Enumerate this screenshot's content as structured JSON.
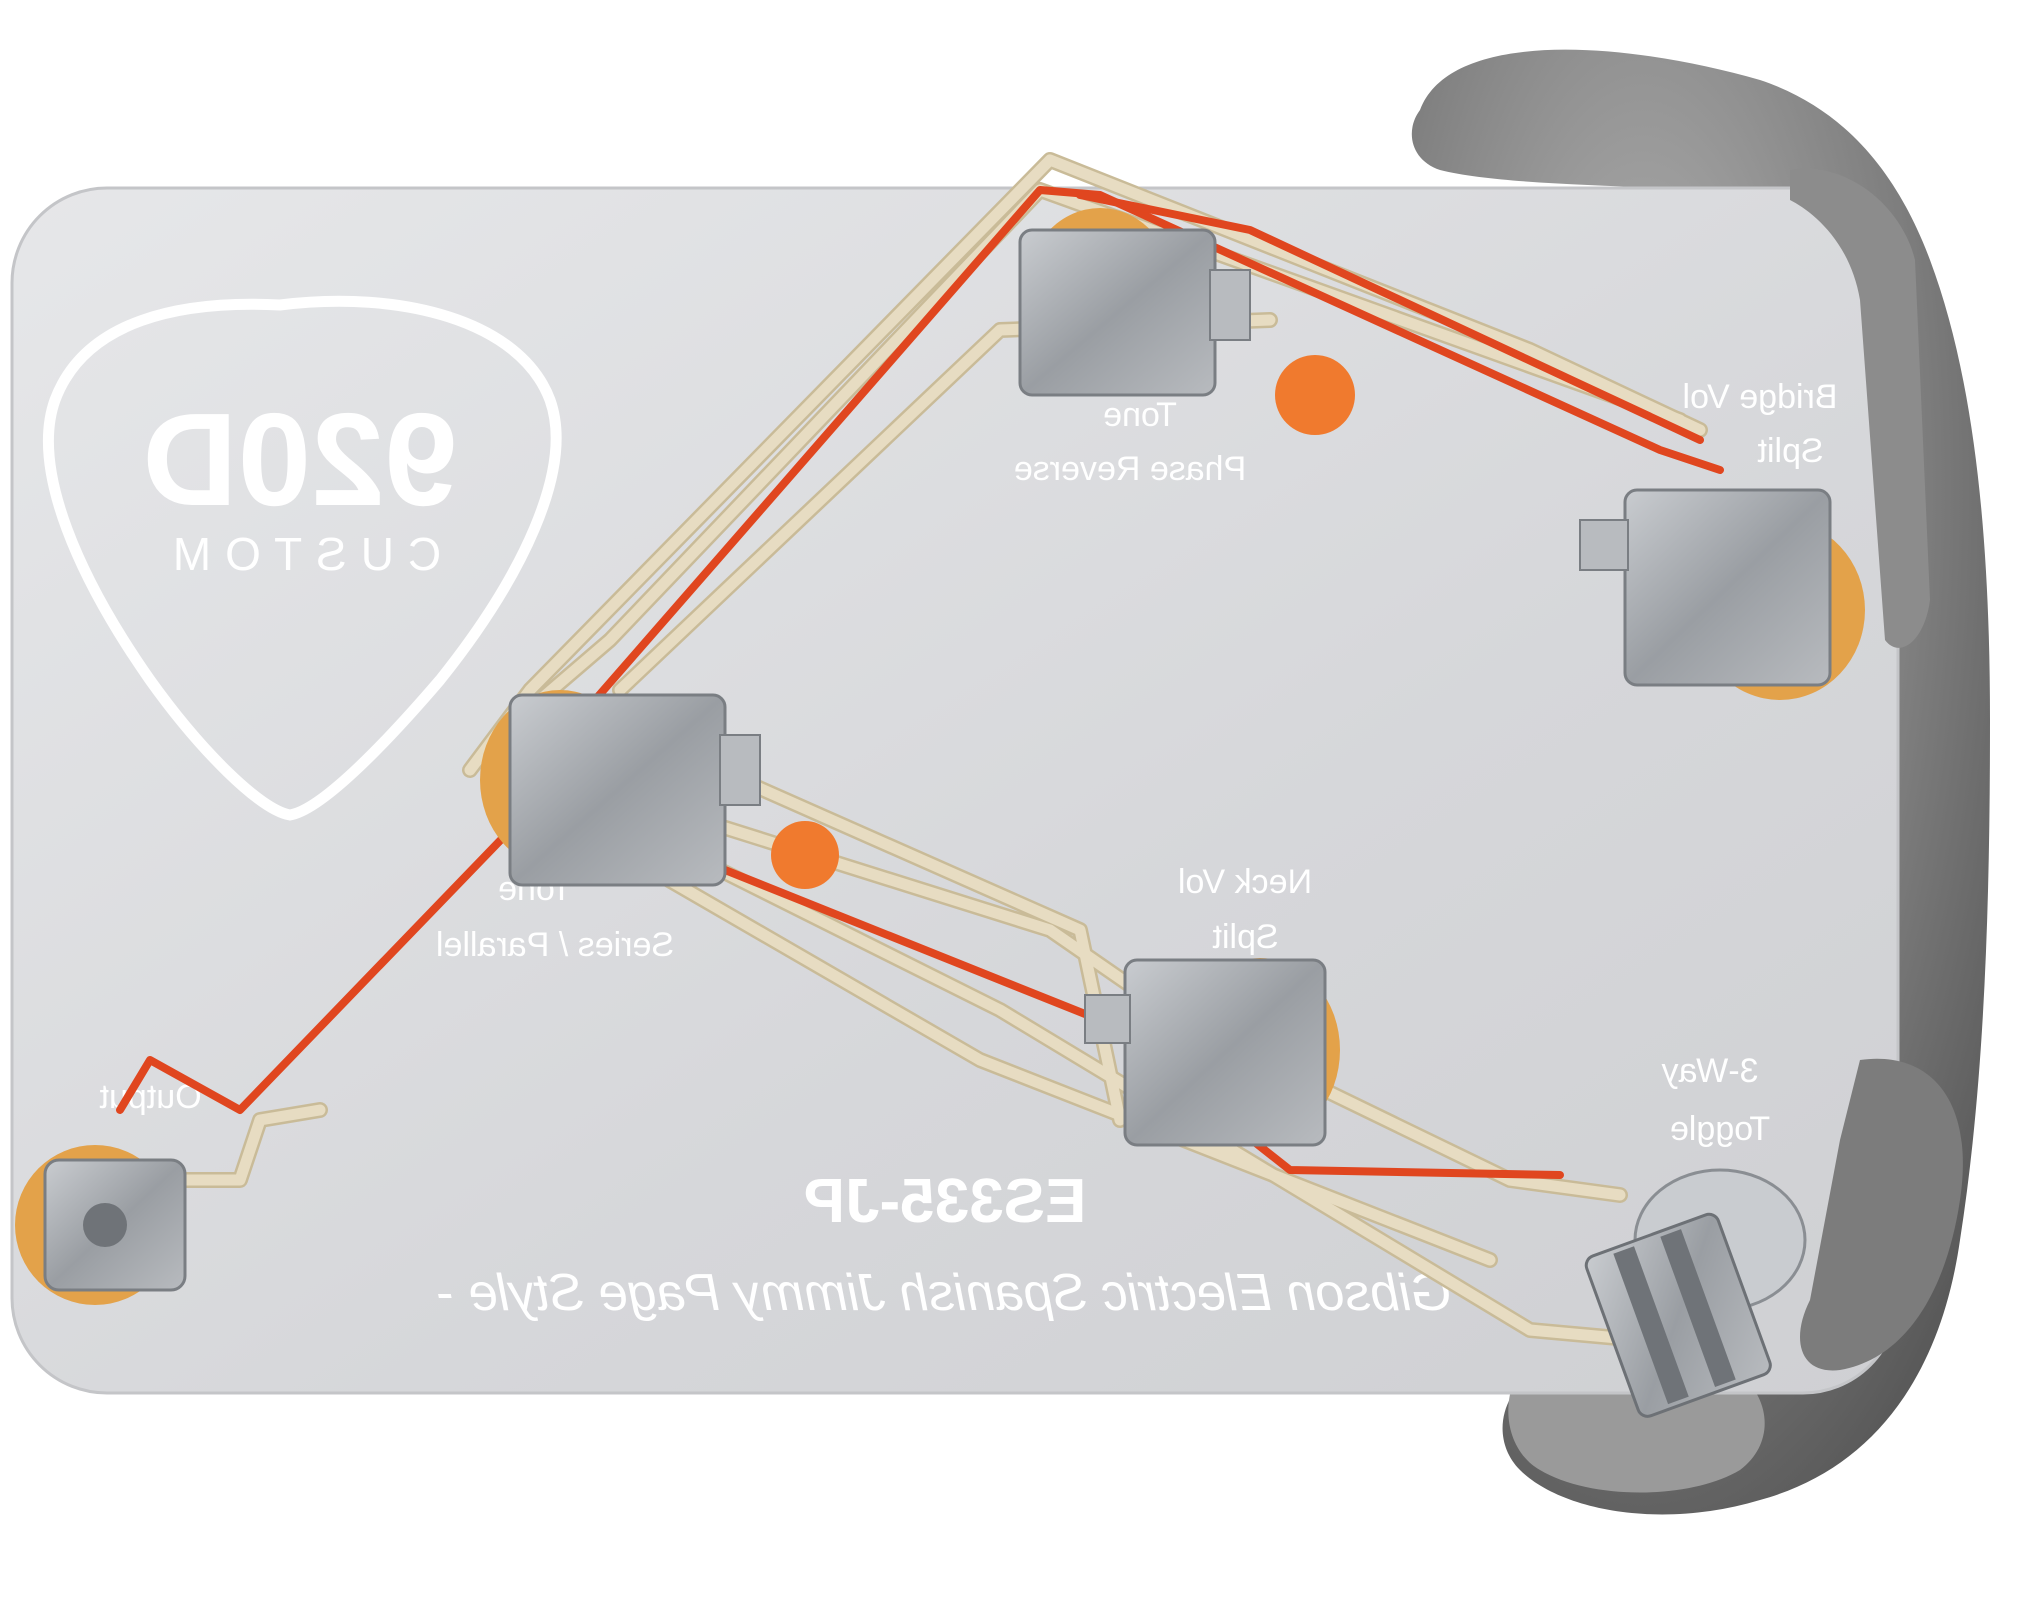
{
  "colors": {
    "background": "#ffffff",
    "board": "#d9dadc",
    "board_edge": "#c4c5c8",
    "board_text": "#ffffff",
    "wire_cloth": "#e7dcc2",
    "wire_cloth_shadow": "#c9bb98",
    "wire_red": "#e0461f",
    "pot_metal": "#a9acb0",
    "pot_base": "#e3a24a",
    "capacitor": "#f07a2e",
    "hand": "#8a8a8a"
  },
  "board": {
    "logo": {
      "line1": "920D",
      "line2": "CUSTOM"
    },
    "model": "ES335-JP",
    "subtitle": "- Gibson Electric Spanish Jimmy Page Style -",
    "labels": {
      "tone1_line1": "Tone",
      "tone1_line2": "Phase Reverse",
      "bridge_line1": "Bridge Vol",
      "bridge_line2": "Split",
      "tone2_line1": "Tone",
      "tone2_line2": "Series / Parallel",
      "neck_line1": "Neck Vol",
      "neck_line2": "Split",
      "toggle_line1": "3-Way",
      "toggle_line2": "Toggle",
      "output": "Output"
    }
  },
  "icons": {
    "pot": "potentiometer-icon",
    "capacitor": "capacitor-icon",
    "jack": "output-jack-icon",
    "toggle": "toggle-switch-icon",
    "hand": "hand-icon"
  }
}
